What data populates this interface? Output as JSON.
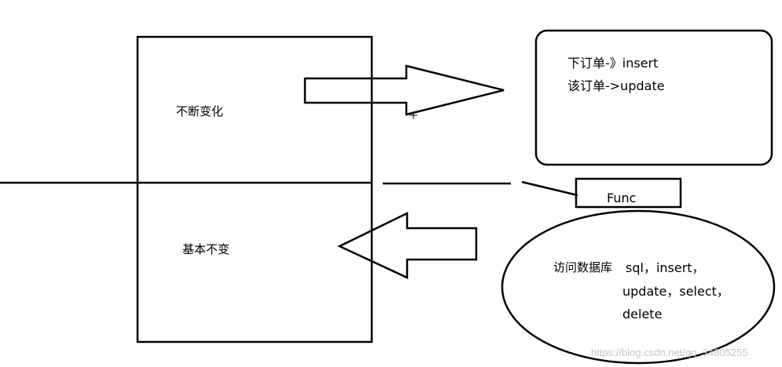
{
  "diagram": {
    "left_box": {
      "top_label": "不断变化",
      "bottom_label": "基本不变"
    },
    "order_box": {
      "lines": [
        "下订单-》insert",
        "该订单->update"
      ]
    },
    "func_box": {
      "label": "Func"
    },
    "db_ellipse": {
      "title": "访问数据库",
      "lines": [
        "sql，insert，",
        "update，select，",
        "delete"
      ]
    },
    "watermark": "https://blog.csdn.net/qq_34805255"
  }
}
